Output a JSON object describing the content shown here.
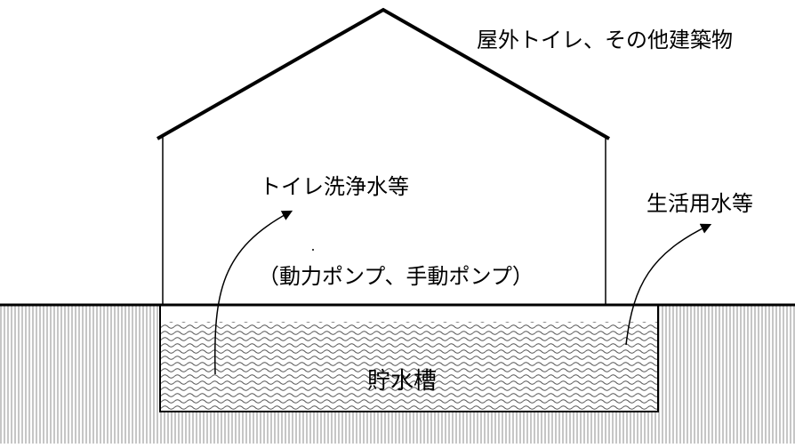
{
  "labels": {
    "building": "屋外トイレ、その他建築物",
    "toilet_water": "トイレ洗浄水等",
    "life_water": "生活用水等",
    "pumps": "（動力ポンプ、手動ポンプ）",
    "tank": "貯水槽"
  },
  "colors": {
    "line": "#000000",
    "hatch": "#7f7f7f",
    "background": "#ffffff"
  }
}
